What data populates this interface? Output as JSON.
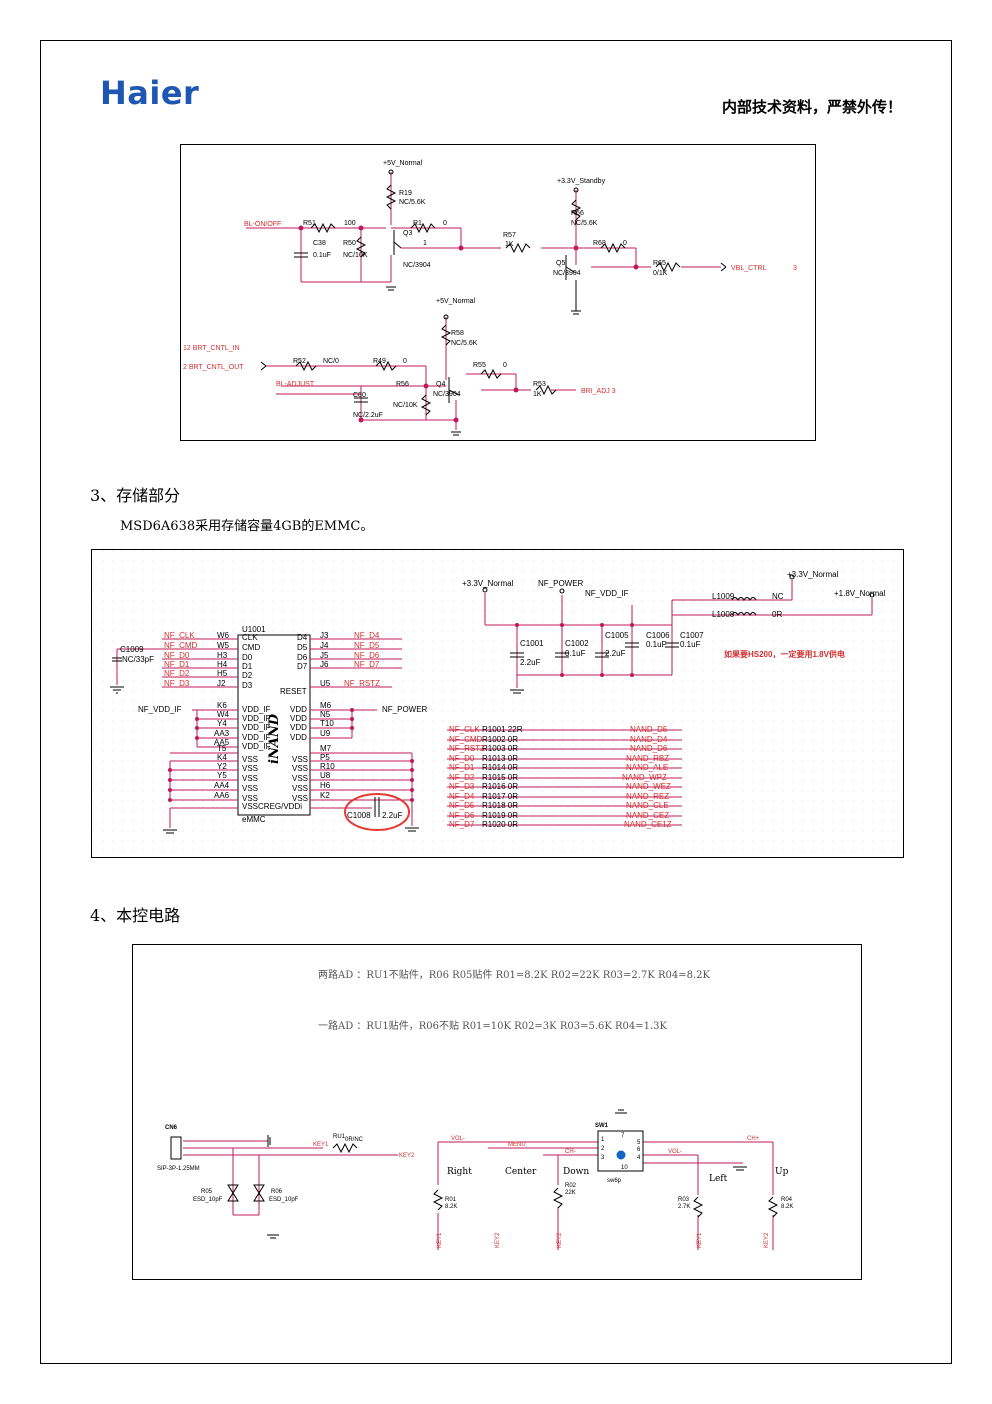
{
  "header": {
    "logo_text": "Haier",
    "notice": "内部技术资料，严禁外传！",
    "brand_color": "#1d57b3"
  },
  "section3": {
    "heading": "3、存储部分",
    "text": "MSD6A638采用存储容量4GB的EMMC。"
  },
  "section4": {
    "heading": "4、本控电路"
  },
  "backlight_circuit": {
    "rails": [
      "+5V_Normal",
      "+3.3V_Standby",
      "+5V_Normal"
    ],
    "nets": [
      "BL-ON/OFF",
      "VBL_CTRL",
      "3",
      "12  BRT_CNTL_IN",
      "2  BRT_CNTL_OUT",
      "BL-ADJUST",
      "BRI_ADJ  3"
    ],
    "parts": {
      "R19": "R19",
      "R19v": "NC/5.6K",
      "R51": "R51",
      "R51v": "100",
      "R1": "R1",
      "R1v": "0",
      "C38": "C38",
      "C38v": "0.1uF",
      "R50": "R50",
      "R50v": "NC/10K",
      "Q3": "Q3",
      "Q3v": "NC/3904",
      "pin1": "1",
      "R57": "R57",
      "R57v": "1K",
      "R66": "R66",
      "R66v": "NC/5.6K",
      "R68": "R68",
      "R68v": "0",
      "Q5": "Q5",
      "Q5v": "NC/3904",
      "R65": "R65",
      "R65v": "0/1K",
      "R58": "R58",
      "R58v": "NC/5.6K",
      "R52": "R52",
      "R52v": "NC/0",
      "R49": "R49",
      "R49v": "0",
      "R55": "R55",
      "R55v": "0",
      "C80": "C80",
      "C80v": "NC/2.2uF",
      "R56": "R56",
      "R56v": "NC/10K",
      "Q4": "Q4",
      "Q4v": "NC/3904",
      "R53": "R53",
      "R53v": "1K"
    }
  },
  "emmc_circuit": {
    "rails": {
      "v33": "+3.3V_Normal",
      "nf_power": "NF_POWER",
      "nf_vdd_if": "NF_VDD_IF",
      "v33b": "+3.3V_Normal",
      "v18": "+1.8V_Normal"
    },
    "chip": {
      "ref": "U1001",
      "name": "iNAND",
      "type": "eMMC"
    },
    "left_nets": [
      "NF_CLK",
      "NF_CMD",
      "NF_D0",
      "NF_D1",
      "NF_D2",
      "NF_D3"
    ],
    "left_balls": [
      "W6",
      "W5",
      "H3",
      "H4",
      "H5",
      "J2"
    ],
    "left_pins": [
      "CLK",
      "CMD",
      "D0",
      "D1",
      "D2",
      "D3"
    ],
    "right_pins": [
      "D4",
      "D5",
      "D6",
      "D7"
    ],
    "right_balls": [
      "J3",
      "J4",
      "J5",
      "J6"
    ],
    "right_nets": [
      "NF_D4",
      "NF_D5",
      "NF_D6",
      "NF_D7"
    ],
    "reset_pin": "RESET",
    "reset_ball": "U5",
    "reset_net": "NF_RSTZ",
    "vdd_if_net": "NF_VDD_IF",
    "vddif_balls": [
      "K6",
      "W4",
      "Y4",
      "AA3",
      "AA5"
    ],
    "vddif_pins": [
      "VDD_IF",
      "VDD_IF",
      "VDD_IF",
      "VDD_IF",
      "VDD_IF"
    ],
    "vdd_pins": [
      "VDD",
      "VDD",
      "VDD",
      "VDD"
    ],
    "vdd_balls": [
      "M6",
      "N5",
      "T10",
      "U9"
    ],
    "nf_power_net": "NF_POWER",
    "vss_balls_left": [
      "T5",
      "K4",
      "Y2",
      "Y5",
      "AA4",
      "AA6"
    ],
    "vss_pins_left": [
      "VSS",
      "VSS",
      "VSS",
      "VSS",
      "VSS",
      "VSSCREG/VDDi"
    ],
    "vss_pins_right": [
      "VSS",
      "VSS",
      "VSS",
      "VSS",
      "VSS"
    ],
    "vss_balls_right": [
      "M7",
      "P5",
      "R10",
      "U8",
      "H6",
      "K2"
    ],
    "caps": {
      "c1009": "C1009",
      "c1009v": "NC/33pF",
      "c1001": "C1001",
      "c1001v": "2.2uF",
      "c1002": "C1002",
      "c1002v": "0.1uF",
      "c1005": "C1005",
      "c1005v": "2.2uF",
      "c1006": "C1006",
      "c1006v": "0.1uF",
      "c1007": "C1007",
      "c1007v": "0.1uF",
      "c1008": "C1008",
      "c1008v": "2.2uF"
    },
    "inductors": {
      "l1009": "L1009",
      "l1009v": "NC",
      "l1008": "L1008",
      "l1008v": "0R"
    },
    "note": "如果要HS200，一定要用1.8V供电",
    "resistor_nets_left": [
      "NF_CLK",
      "NF_CMD",
      "NF_RSTZ",
      "NF_D0",
      "NF_D1",
      "NF_D2",
      "NF_D3",
      "NF_D4",
      "NF_D5",
      "NF_D6",
      "NF_D7"
    ],
    "resistor_refs": [
      "R1001 22R",
      "R1002 0R",
      "R1003 0R",
      "R1013 0R",
      "R1014 0R",
      "R1015 0R",
      "R1016 0R",
      "R1017 0R",
      "R1018 0R",
      "R1019 0R",
      "R1020 0R"
    ],
    "nand_nets": [
      "NAND_D5",
      "NAND_D4",
      "NAND_D6",
      "NAND_RBZ",
      "NAND_ALE",
      "NAND_WPZ",
      "NAND_WEZ",
      "NAND_REZ",
      "NAND_CLE",
      "NAND_CEZ",
      "NAND_CE1Z"
    ]
  },
  "keypad_circuit": {
    "note1": "两路AD ：RU1不贴件，R06 R05贴件  R01=8.2K R02=22K R03=2.7K R04=8.2K",
    "note2": "一路AD ：RU1贴件，R06不贴   R01=10K R02=3K R03=5.6K R04=1.3K",
    "cn6": "CN6",
    "cn6_type": "SIP-3P-1.25MM",
    "ru1": "RU1",
    "ru1v": "0R/NC",
    "key1": "KEY1",
    "key2": "KEY2",
    "r05": "R05",
    "r05v": "ESD_10pF",
    "r06": "R06",
    "r06v": "ESD_10pF",
    "sw1": "SW1",
    "sw_type": "sw6p",
    "sw_pins": [
      "1",
      "2",
      "3",
      "5",
      "4",
      "6",
      "7",
      "10"
    ],
    "nets": {
      "vol_minus": "VOL-",
      "menu": "MENU",
      "ch_minus": "CH-",
      "vol_minus2": "VOL-",
      "ch_plus": "CH+"
    },
    "labels": [
      "Right",
      "Center",
      "Down",
      "Left",
      "Up"
    ],
    "res": {
      "r01": "R01",
      "r01v": "8.2K",
      "r02": "R02",
      "r02v": "22K",
      "r03": "R03",
      "r03v": "2.7K",
      "r04": "R04",
      "r04v": "8.2K"
    },
    "key_nets": [
      "KEY1",
      "KEY2",
      "KEY2",
      "KEY1",
      "KEY2"
    ]
  }
}
